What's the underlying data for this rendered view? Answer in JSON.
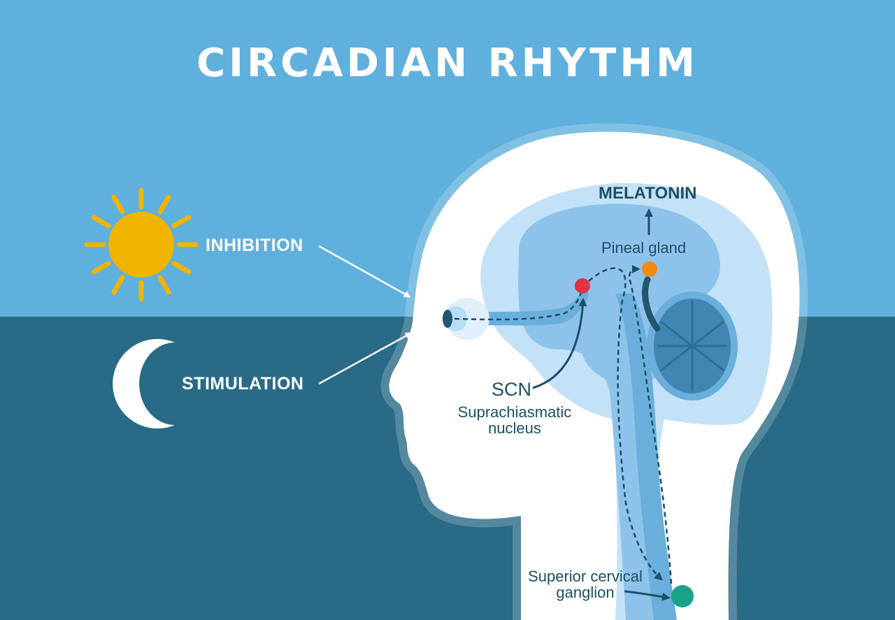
{
  "title": "CIRCADIAN RHYTHM",
  "labels": {
    "inhibition": "INHIBITION",
    "stimulation": "STIMULATION",
    "melatonin": "MELATONIN",
    "pineal_gland": "Pineal gland",
    "scn": "SCN",
    "scn_line1": "Suprachiasmatic",
    "scn_line2": "nucleus",
    "scg_line1": "Superior cervical",
    "scg_line2": "ganglion"
  },
  "colors": {
    "day_sky": "#5fb0dc",
    "night_sky": "#296a87",
    "sun": "#f0b400",
    "scn_dot": "#e03448",
    "pineal_dot": "#f08a10",
    "ganglion_dot": "#17a38a",
    "label_dark": "#1d4f66"
  }
}
